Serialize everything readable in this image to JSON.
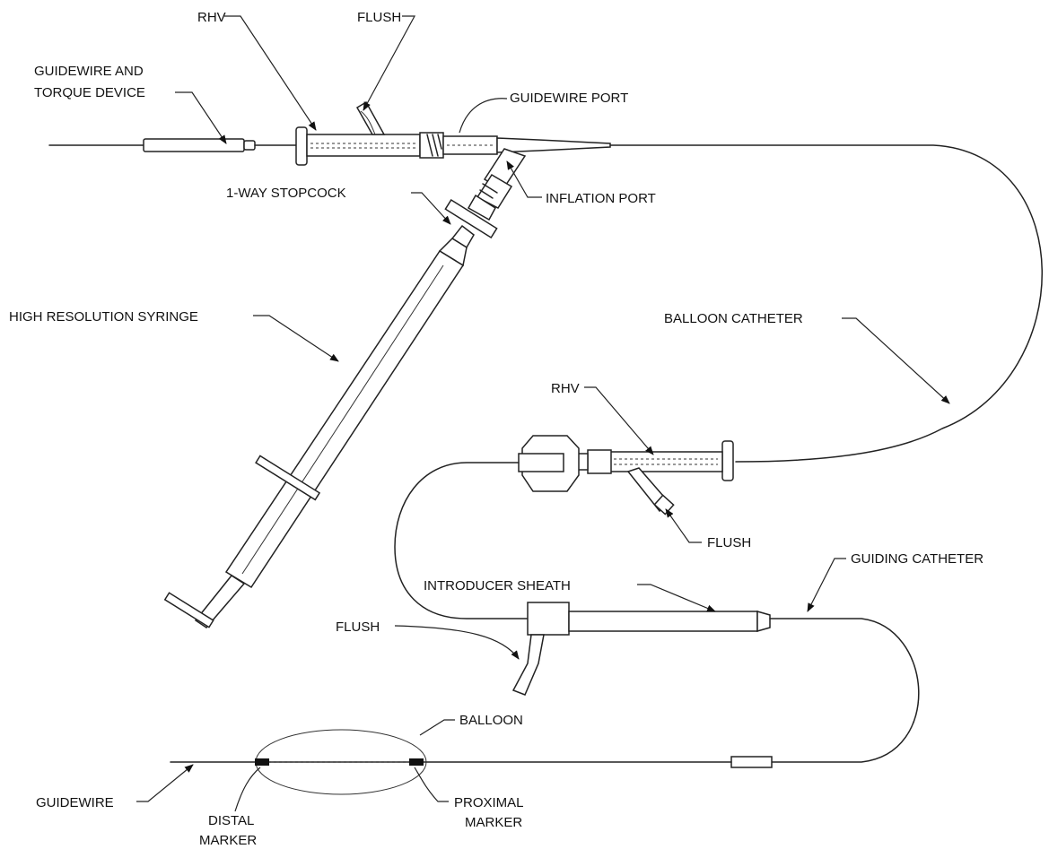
{
  "labels": {
    "rhv_top": "RHV",
    "flush_top": "FLUSH",
    "guidewire_torque_line1": "GUIDEWIRE AND",
    "guidewire_torque_line2": "TORQUE DEVICE",
    "guidewire_port": "GUIDEWIRE PORT",
    "stopcock": "1-WAY STOPCOCK",
    "inflation_port": "INFLATION PORT",
    "syringe": "HIGH RESOLUTION SYRINGE",
    "balloon_catheter": "BALLOON CATHETER",
    "rhv_mid": "RHV",
    "flush_mid": "FLUSH",
    "introducer_sheath": "INTRODUCER SHEATH",
    "guiding_catheter": "GUIDING CATHETER",
    "flush_low": "FLUSH",
    "balloon": "BALLOON",
    "guidewire": "GUIDEWIRE",
    "distal_marker_line1": "DISTAL",
    "distal_marker_line2": "MARKER",
    "proximal_marker_line1": "PROXIMAL",
    "proximal_marker_line2": "MARKER"
  }
}
